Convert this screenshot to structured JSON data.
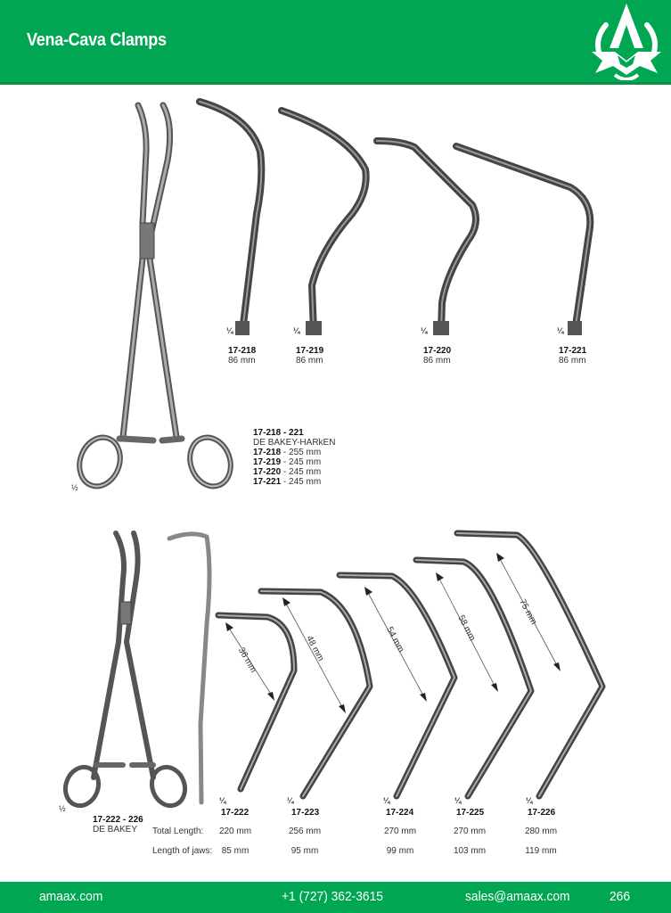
{
  "header": {
    "title": "Vena-Cava Clamps",
    "logo": "amaax-logo-icon",
    "brand_color": "#00a651"
  },
  "top_section": {
    "jaws": [
      {
        "scale": "¼",
        "code": "17-218",
        "jaw_length": "86 mm"
      },
      {
        "scale": "¼",
        "code": "17-219",
        "jaw_length": "86 mm"
      },
      {
        "scale": "¼",
        "code": "17-220",
        "jaw_length": "86 mm"
      },
      {
        "scale": "¼",
        "code": "17-221",
        "jaw_length": "86 mm"
      }
    ],
    "full_instrument_scale": "½",
    "spec": {
      "range": "17-218 - 221",
      "name": "DE BAKEY-HARkEN",
      "items": [
        {
          "code": "17-218",
          "length": " - 255 mm"
        },
        {
          "code": "17-219",
          "length": " - 245 mm"
        },
        {
          "code": "17-220",
          "length": " - 245 mm"
        },
        {
          "code": "17-221",
          "length": " - 245 mm"
        }
      ]
    }
  },
  "bottom_section": {
    "full_instrument_scale": "½",
    "range": "17-222 - 226",
    "name": "DE BAKEY",
    "row_labels": {
      "total": "Total Length:",
      "jaws": "Length of jaws:"
    },
    "jaws": [
      {
        "scale": "¼",
        "code": "17-222",
        "dimension": "36 mm",
        "total_length": "220 mm",
        "jaw_length": "85 mm"
      },
      {
        "scale": "¼",
        "code": "17-223",
        "dimension": "48 mm",
        "total_length": "256 mm",
        "jaw_length": "95 mm"
      },
      {
        "scale": "¼",
        "code": "17-224",
        "dimension": "54 mm",
        "total_length": "270 mm",
        "jaw_length": "99 mm"
      },
      {
        "scale": "¼",
        "code": "17-225",
        "dimension": "58 mm",
        "total_length": "270 mm",
        "jaw_length": "103 mm"
      },
      {
        "scale": "¼",
        "code": "17-226",
        "dimension": "75 mm",
        "total_length": "280 mm",
        "jaw_length": "119 mm"
      }
    ]
  },
  "footer": {
    "website": "amaax.com",
    "phone": "+1 (727) 362-3615",
    "email": "sales@amaax.com",
    "page_number": "266"
  }
}
